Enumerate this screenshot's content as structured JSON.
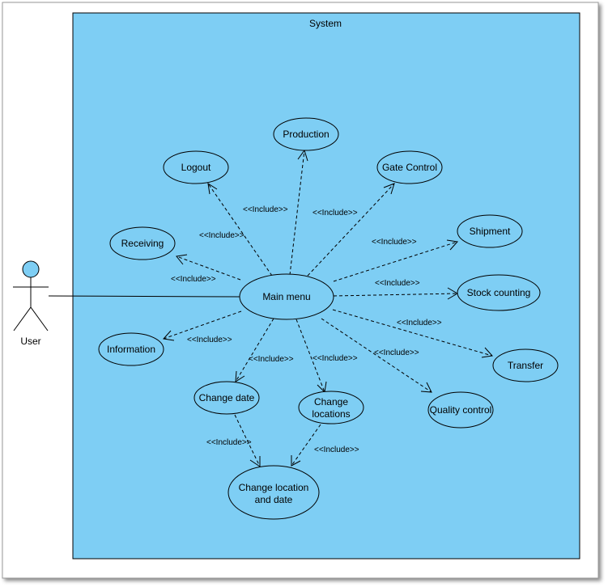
{
  "colors": {
    "system_fill": "#7ecef4",
    "usecase_fill": "#7ecef4",
    "stroke": "#000000",
    "actor_head_fill": "#7ecef4"
  },
  "system": {
    "title": "System"
  },
  "actor": {
    "name": "User"
  },
  "usecases": {
    "production": "Production",
    "logout": "Logout",
    "gate_control": "Gate Control",
    "receiving": "Receiving",
    "shipment": "Shipment",
    "main_menu": "Main menu",
    "stock_counting": "Stock counting",
    "information": "Information",
    "transfer": "Transfer",
    "change_date": "Change date",
    "change_locations": [
      "Change",
      "locations"
    ],
    "quality_control": "Quality control",
    "change_location_and_date": [
      "Change location",
      "and date"
    ]
  },
  "include_label": "<<Include>>"
}
